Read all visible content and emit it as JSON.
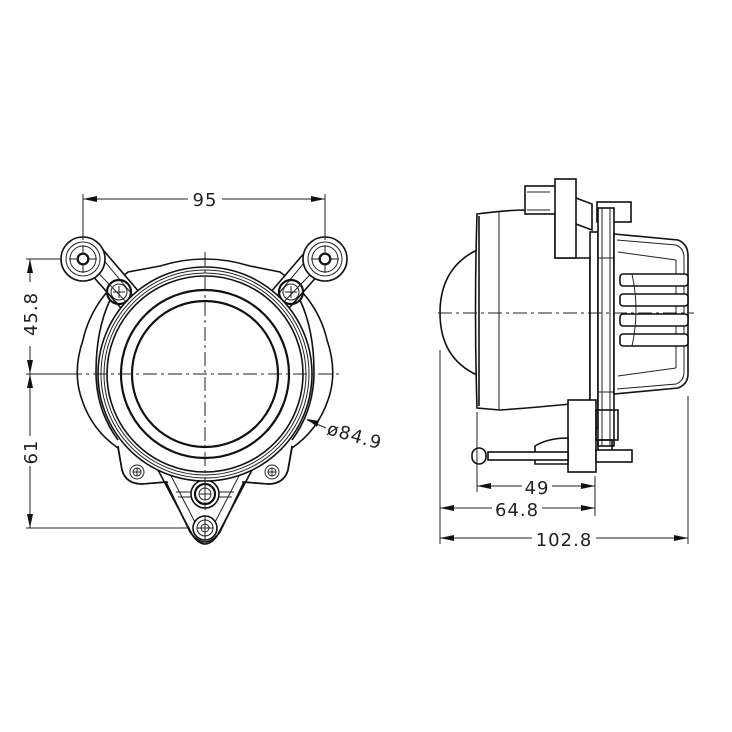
{
  "drawing": {
    "title": "Round LED module dimension drawing",
    "line_color": "#111111",
    "background": "#ffffff",
    "views": [
      "front-view",
      "side-view"
    ]
  },
  "front_view": {
    "dimensions": {
      "mount_hole_spacing": "95",
      "upper_height": "45.8",
      "lower_height": "61",
      "lens_diameter": "ø84.9"
    }
  },
  "side_view": {
    "dimensions": {
      "body_depth": "49",
      "lens_to_flange": "64.8",
      "overall_depth": "102.8"
    }
  }
}
